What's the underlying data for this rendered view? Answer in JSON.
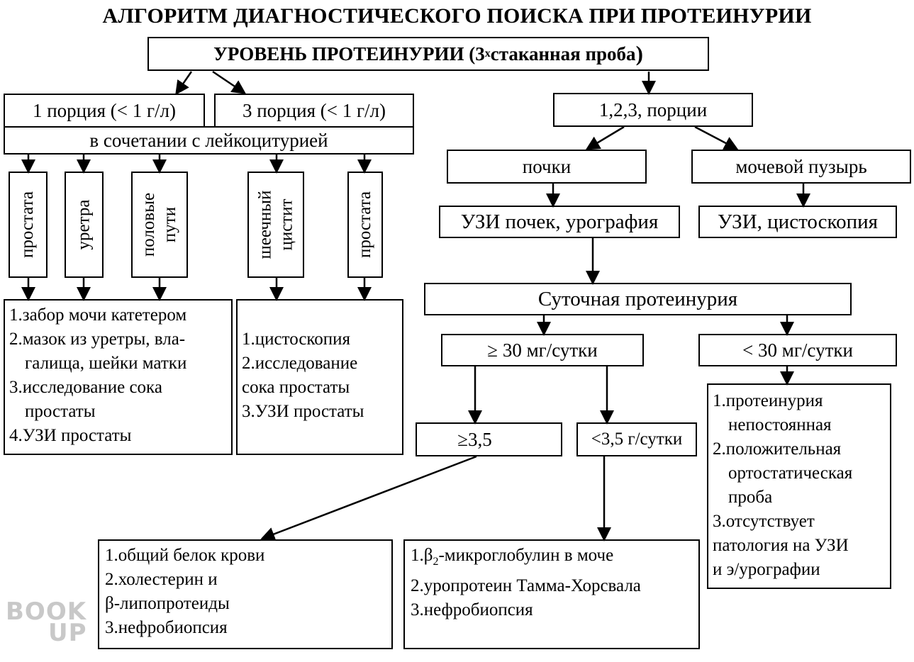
{
  "title": "АЛГОРИТМ ДИАГНОСТИЧЕСКОГО ПОИСКА ПРИ ПРОТЕИНУРИИ",
  "root": {
    "text_a": "УРОВЕНЬ ПРОТЕИНУРИИ (3",
    "sup": "х",
    "text_b": " стаканная проба",
    "paren": ")"
  },
  "portion1": "1 порция (< 1 г/л)",
  "portion3": "3 порция (< 1 г/л)",
  "portions123": "1,2,3, порции",
  "leuko": "в сочетании с лейкоцитурией",
  "verticals": {
    "prostata1": [
      "простата"
    ],
    "uretra": [
      "уретра"
    ],
    "polovye": [
      "половые",
      "пути"
    ],
    "cystit": [
      "шеечный",
      "цистит"
    ],
    "prostata2": [
      "простата"
    ]
  },
  "left_list": {
    "items": [
      "1.забор мочи катетером",
      "2.мазок из уретры, вла-",
      "галища, шейки матки",
      "3.исследование сока",
      "простаты",
      "4.УЗИ простаты"
    ]
  },
  "mid_list": {
    "items": [
      "1.цистоскопия",
      "2.исследование",
      "сока простаты",
      "3.УЗИ простаты"
    ]
  },
  "kidneys": "почки",
  "bladder": "мочевой пузырь",
  "kidney_exam": "УЗИ почек, урография",
  "bladder_exam": "УЗИ, цистоскопия",
  "daily": "Суточная протеинурия",
  "ge30": "≥ 30 мг/сутки",
  "lt30": "< 30 мг/сутки",
  "ge35": "≥3,5",
  "lt35": "<3,5 г/сутки",
  "right_list": {
    "items": [
      "1.протеинурия",
      "непостоянная",
      "2.положительная",
      "ортостатическая",
      "проба",
      "3.отсутствует",
      "патология на УЗИ",
      "и э/урографии"
    ]
  },
  "bottom_left": {
    "items": [
      "1.общий белок крови",
      "2.холестерин и",
      "β-липопротеиды",
      "3.нефробиопсия"
    ]
  },
  "bottom_mid": {
    "item1_a": "1.β",
    "item1_sub": "2",
    "item1_b": "-микроглобулин в моче",
    "item2": "2.уропротеин Тамма-Хорсвала",
    "item3": "3.нефробиопсия"
  },
  "watermark": {
    "line1": "BOOK",
    "line2": "UP"
  }
}
